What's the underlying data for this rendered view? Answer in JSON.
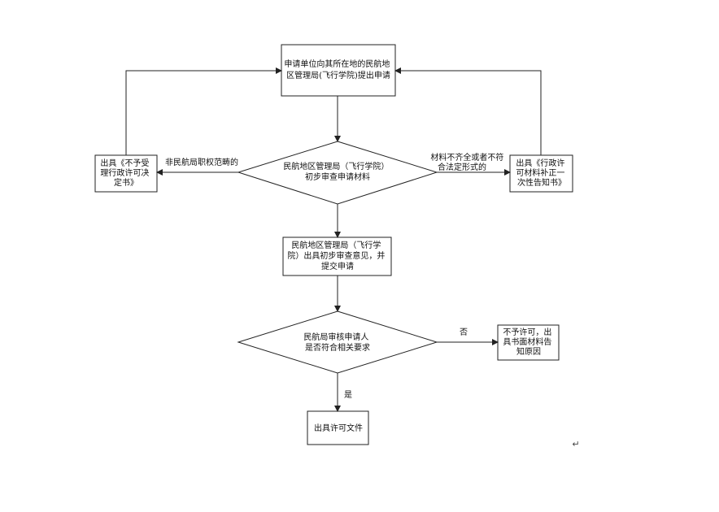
{
  "nodes": {
    "apply": [
      "申请单位向其所在地的民航地",
      "区管理局(飞行学院)提出申请"
    ],
    "review": [
      "民航地区管理局（飞行学院）",
      "初步审查申请材料"
    ],
    "reject_left": [
      "出具《不予受",
      "理行政许可决",
      "定书》"
    ],
    "correction_right": [
      "出具《行政许",
      "可材料补正一",
      "次性告知书》"
    ],
    "opinion": [
      "民航地区管理局（飞行学",
      "院）出具初步审查意见，并",
      "提交申请"
    ],
    "check": [
      "民航局审核申请人",
      "是否符合相关要求"
    ],
    "deny": [
      "不予许可，出",
      "具书面材料告",
      "知原因"
    ],
    "issue": [
      "出具许可文件"
    ]
  },
  "edges": {
    "left_label": "非民航局职权范畴的",
    "right_label": [
      "材料不齐全或者不符",
      "合法定形式的"
    ],
    "no_label": "否",
    "yes_label": "是"
  },
  "mark": "↵"
}
